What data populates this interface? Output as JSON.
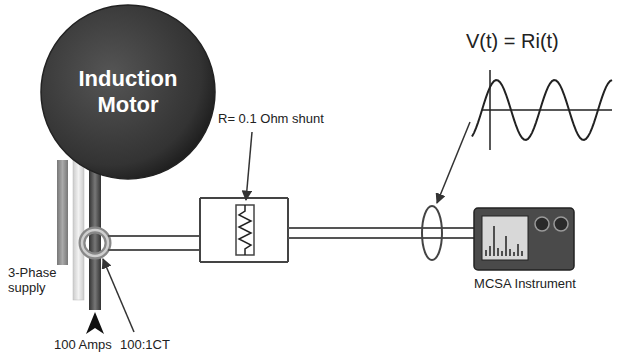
{
  "diagram": {
    "nodes": [
      {
        "text": [
          "Induction Motor"
        ]
      },
      {
        "text": [
          "MCSA Instrument"
        ]
      }
    ],
    "labels": [
      "R= 0.1 Ohm shunt",
      "V(t) = Ri(t)",
      "3-Phase supply",
      "100 Amps",
      "100:1CT"
    ]
  }
}
